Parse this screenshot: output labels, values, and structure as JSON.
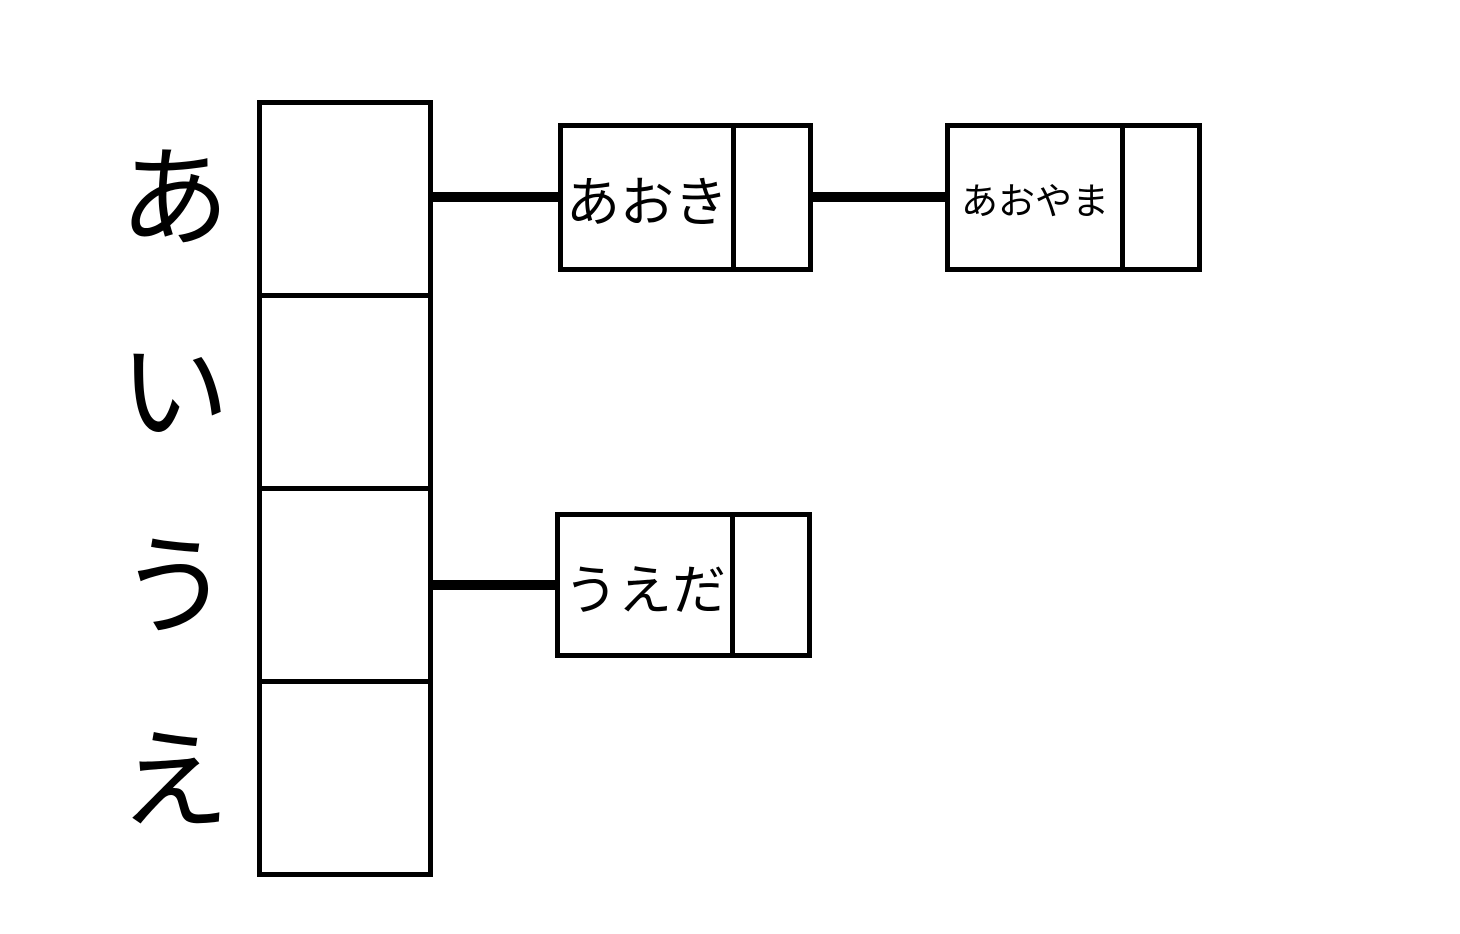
{
  "diagram_type": "hash-table-with-linked-list-chains",
  "colors": {
    "ink": "#000000",
    "background": "#ffffff"
  },
  "buckets": [
    {
      "label": "あ",
      "chain": [
        "あおき",
        "あおやま"
      ]
    },
    {
      "label": "い",
      "chain": []
    },
    {
      "label": "う",
      "chain": [
        "うえだ"
      ]
    },
    {
      "label": "え",
      "chain": []
    }
  ],
  "nodes": {
    "aoki": "あおき",
    "aoyama": "あおやま",
    "ueda": "うえだ"
  }
}
